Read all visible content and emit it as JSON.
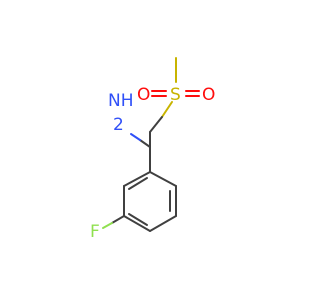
{
  "molecule": {
    "atoms": {
      "amine": "NH",
      "amine_h2": "2",
      "oxygen_left": "O",
      "sulfur": "S",
      "oxygen_right": "O",
      "fluorine": "F"
    },
    "colors": {
      "carbon_bond": "#404040",
      "nitrogen": "#3050f8",
      "oxygen": "#ff0d0d",
      "sulfur": "#c8b400",
      "fluorine": "#90e050"
    }
  }
}
